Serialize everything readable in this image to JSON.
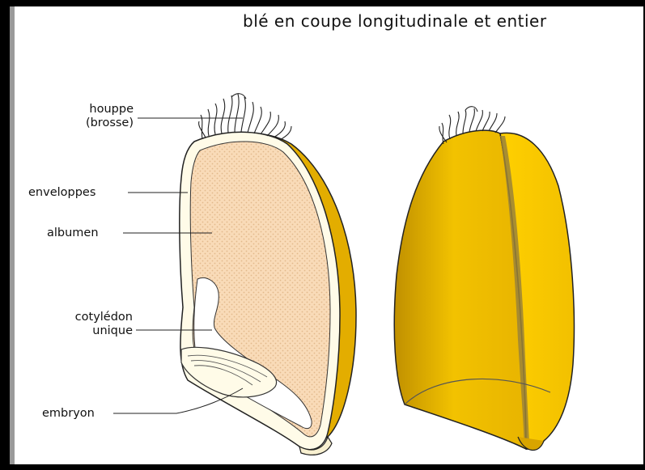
{
  "title": "blé en coupe longitudinale et entier",
  "labels": {
    "houppe_line1": "houppe",
    "houppe_line2": "(brosse)",
    "enveloppes": "enveloppes",
    "albumen": "albumen",
    "cotyledon_line1": "cotylédon",
    "cotyledon_line2": "unique",
    "embryon": "embryon"
  },
  "colors": {
    "albumen_fill": "#f8d9b4",
    "grain_gold": "#e8b400",
    "grain_dark": "#b88a00",
    "envelope": "#fffbe8"
  }
}
